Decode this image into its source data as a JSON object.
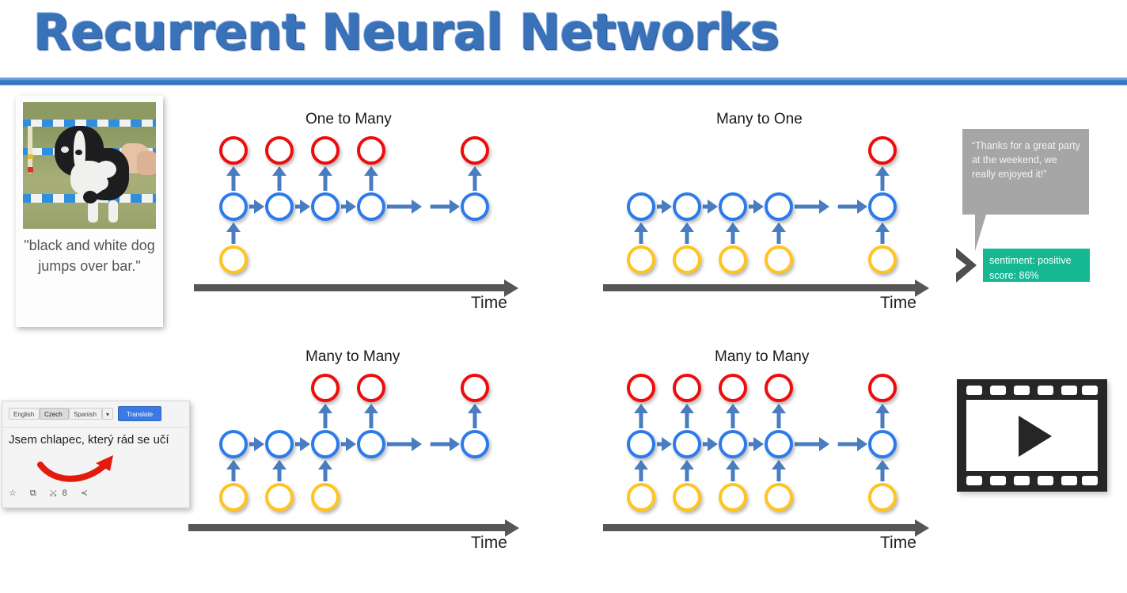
{
  "page": {
    "title": "Recurrent Neural Networks",
    "accent_color": "#3a72ba",
    "rule_color": "#2f6fc4"
  },
  "dog_card": {
    "caption": "\"black and white dog jumps over bar.\"",
    "image_alt": "black and white border collie jumping over an agility bar"
  },
  "translate_card": {
    "languages": [
      "English",
      "Czech",
      "Spanish"
    ],
    "selected_language": "Czech",
    "more_caret": "▾",
    "translate_button": "Translate",
    "translated_text": "Jsem chlapec, který rád se učí",
    "action_icons": "☆ ⧉ ⤩8 ≺"
  },
  "sentiment": {
    "quote": "“Thanks for a great party at the weekend, we really enjoyed it!”",
    "label_line1": "sentiment: positive",
    "label_line2": "score: 86%",
    "box_color": "#16b894",
    "bubble_color": "#a6a6a6"
  },
  "video": {
    "icon": "film-strip-play"
  },
  "diagrams": [
    {
      "id": "one-to-many",
      "title": "One to Many",
      "time_label": "Time",
      "steps": 5,
      "ellipsis_after": 4,
      "inputs": [
        true,
        false,
        false,
        false,
        false
      ],
      "hidden": [
        true,
        true,
        true,
        true,
        true
      ],
      "outputs": [
        true,
        true,
        true,
        true,
        true
      ]
    },
    {
      "id": "many-to-one",
      "title": "Many to One",
      "time_label": "Time",
      "steps": 5,
      "ellipsis_after": 4,
      "inputs": [
        true,
        true,
        true,
        true,
        true
      ],
      "hidden": [
        true,
        true,
        true,
        true,
        true
      ],
      "outputs": [
        false,
        false,
        false,
        false,
        true
      ]
    },
    {
      "id": "many-to-many-seq2seq",
      "title": "Many to Many",
      "time_label": "Time",
      "steps": 5,
      "ellipsis_after": 4,
      "inputs": [
        true,
        true,
        true,
        false,
        false
      ],
      "hidden": [
        true,
        true,
        true,
        true,
        true
      ],
      "outputs": [
        false,
        false,
        true,
        true,
        true
      ]
    },
    {
      "id": "many-to-many-sync",
      "title": "Many to Many",
      "time_label": "Time",
      "steps": 5,
      "ellipsis_after": 4,
      "inputs": [
        true,
        true,
        true,
        true,
        true
      ],
      "hidden": [
        true,
        true,
        true,
        true,
        true
      ],
      "outputs": [
        true,
        true,
        true,
        true,
        true
      ]
    }
  ],
  "colors": {
    "output_node": "#ef0c0c",
    "hidden_node": "#2b7bec",
    "input_node": "#ffc41e",
    "arrow": "#4a7cc0",
    "time_axis": "#565656"
  }
}
